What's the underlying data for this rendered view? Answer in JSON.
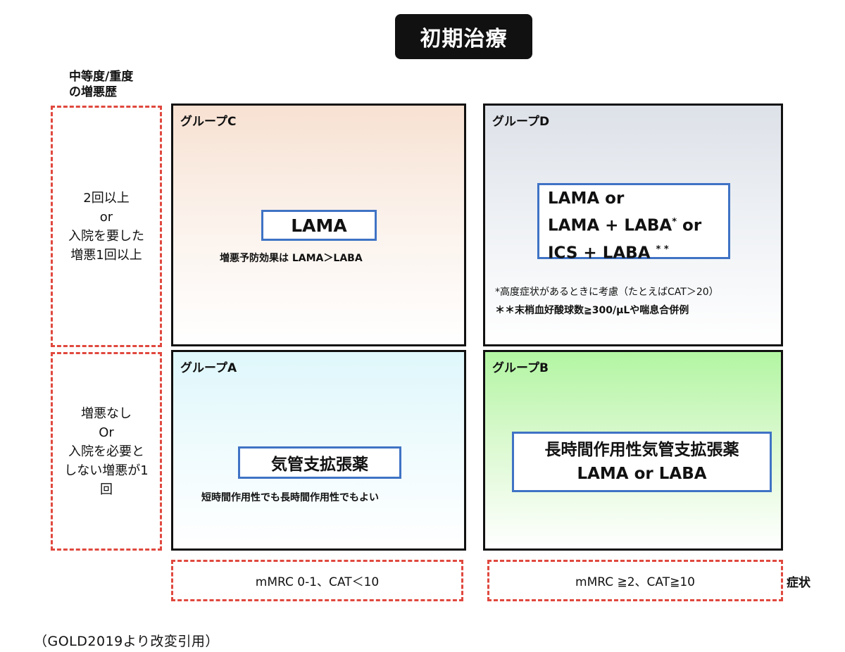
{
  "title": "初期治療",
  "y_axis_label": "中等度/重度\nの増悪歴",
  "x_axis_label": "症状",
  "rows": {
    "top": "2回以上\nor\n入院を要した\n増悪1回以上",
    "bottom": "増悪なし\nOr\n入院を必要と\nしない増悪が1\n回"
  },
  "columns": {
    "left": "mMRC 0-1、CAT＜10",
    "right": "mMRC ≧2、CAT≧10"
  },
  "groups": {
    "c": {
      "title": "グループC",
      "treatment": "LAMA",
      "note": "増悪予防効果は LAMA＞LABA"
    },
    "d": {
      "title": "グループD",
      "treatment_line1": "LAMA or",
      "treatment_line2": "LAMA + LABA",
      "treatment_line2_mark": "*",
      "treatment_line2_suffix": " or",
      "treatment_line3": "ICS + LABA",
      "treatment_line3_mark": "* *",
      "note1": "*高度症状があるときに考慮（たとえばCAT＞20）",
      "note2": "＊＊末梢血好酸球数≧300/μLや喘息合併例"
    },
    "a": {
      "title": "グループA",
      "treatment": "気管支拡張薬",
      "note": "短時間作用性でも長時間作用性でもよい"
    },
    "b": {
      "title": "グループB",
      "treatment_line1": "長時間作用性気管支拡張薬",
      "treatment_line2": "LAMA or LABA"
    }
  },
  "source": "（GOLD2019より改変引用）",
  "colors": {
    "dash_border": "#e0483e",
    "blue_border": "#3f73c5",
    "group_c_bg": "#f7e1d2",
    "group_d_bg": "#dde1e8",
    "group_a_bg": "#dff7fb",
    "group_b_bg": "#b2f5a2"
  }
}
